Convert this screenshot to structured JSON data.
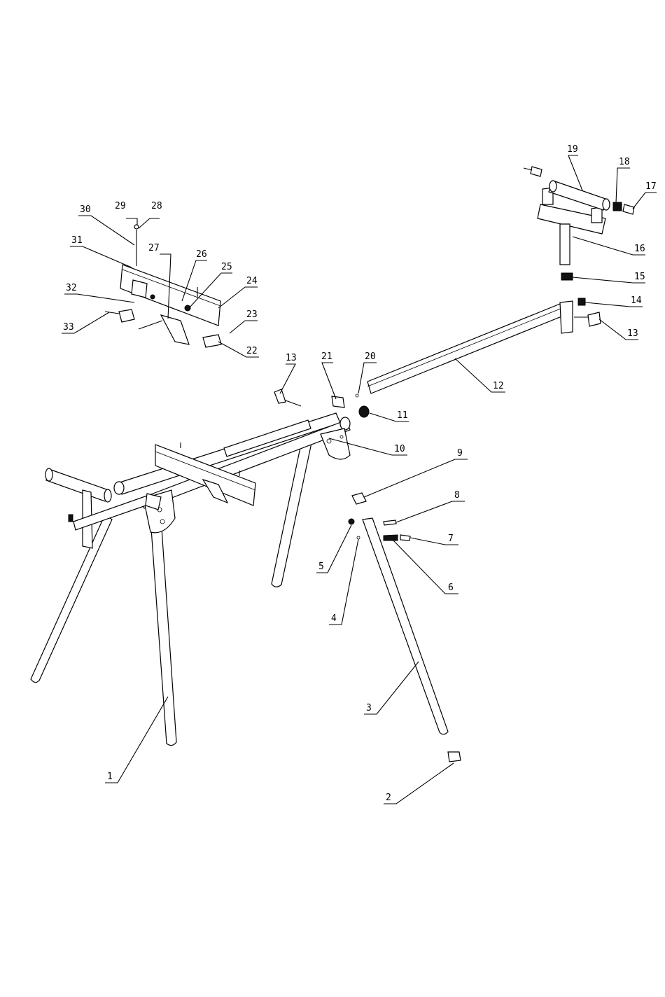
{
  "colors": {
    "line": "#000000",
    "background": "#ffffff"
  },
  "callouts": [
    {
      "id": "c1",
      "label": "1"
    },
    {
      "id": "c2",
      "label": "2"
    },
    {
      "id": "c3",
      "label": "3"
    },
    {
      "id": "c4",
      "label": "4"
    },
    {
      "id": "c5",
      "label": "5"
    },
    {
      "id": "c6",
      "label": "6"
    },
    {
      "id": "c7",
      "label": "7"
    },
    {
      "id": "c8",
      "label": "8"
    },
    {
      "id": "c9",
      "label": "9"
    },
    {
      "id": "c10",
      "label": "10"
    },
    {
      "id": "c11",
      "label": "11"
    },
    {
      "id": "c12",
      "label": "12"
    },
    {
      "id": "c13a",
      "label": "13"
    },
    {
      "id": "c13b",
      "label": "13"
    },
    {
      "id": "c14",
      "label": "14"
    },
    {
      "id": "c15",
      "label": "15"
    },
    {
      "id": "c16",
      "label": "16"
    },
    {
      "id": "c17",
      "label": "17"
    },
    {
      "id": "c18",
      "label": "18"
    },
    {
      "id": "c19",
      "label": "19"
    },
    {
      "id": "c20",
      "label": "20"
    },
    {
      "id": "c21",
      "label": "21"
    },
    {
      "id": "c22",
      "label": "22"
    },
    {
      "id": "c23",
      "label": "23"
    },
    {
      "id": "c24",
      "label": "24"
    },
    {
      "id": "c25",
      "label": "25"
    },
    {
      "id": "c26",
      "label": "26"
    },
    {
      "id": "c27",
      "label": "27"
    },
    {
      "id": "c28",
      "label": "28"
    },
    {
      "id": "c29",
      "label": "29"
    },
    {
      "id": "c30",
      "label": "30"
    },
    {
      "id": "c31",
      "label": "31"
    },
    {
      "id": "c32",
      "label": "32"
    },
    {
      "id": "c33",
      "label": "33"
    }
  ]
}
